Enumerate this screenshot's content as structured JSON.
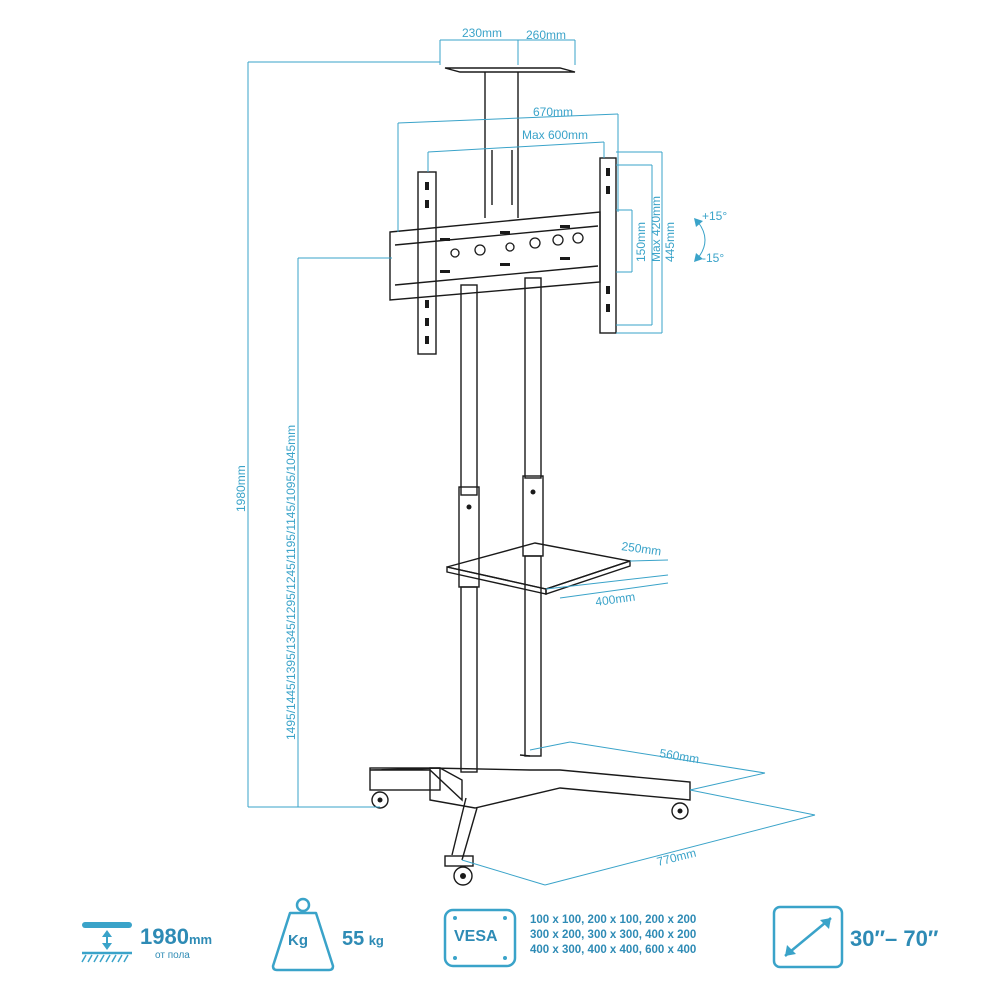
{
  "dimensions": {
    "top_plate_a": "230mm",
    "top_plate_b": "260mm",
    "mount_width": "670mm",
    "max_vesa_width": "Max 600mm",
    "mount_height_150": "150mm",
    "max_vesa_height": "Max 420mm",
    "mount_height_445": "445mm",
    "tilt_up": "+15°",
    "tilt_down": "-15°",
    "total_height": "1980mm",
    "height_positions": "1495/1445/1395/1345/1295/1245/1195/1145/1095/1045mm",
    "shelf_depth": "250mm",
    "shelf_width": "400mm",
    "base_depth": "560mm",
    "base_width": "770mm"
  },
  "specs": {
    "height_value": "1980",
    "height_unit": "mm",
    "height_caption": "от пола",
    "weight_icon_label": "Kg",
    "weight_value": "55",
    "weight_unit": "kg",
    "vesa_label": "VESA",
    "vesa_rows": [
      "100 x 100, 200 x 100, 200 x 200",
      "300 x 200, 300 x 300, 400 x 200",
      "400 x 300, 400 x 400, 600 x 400"
    ],
    "screen_size": "30″– 70″"
  },
  "colors": {
    "accent": "#3aa3c9",
    "line": "#1a1a1a"
  }
}
